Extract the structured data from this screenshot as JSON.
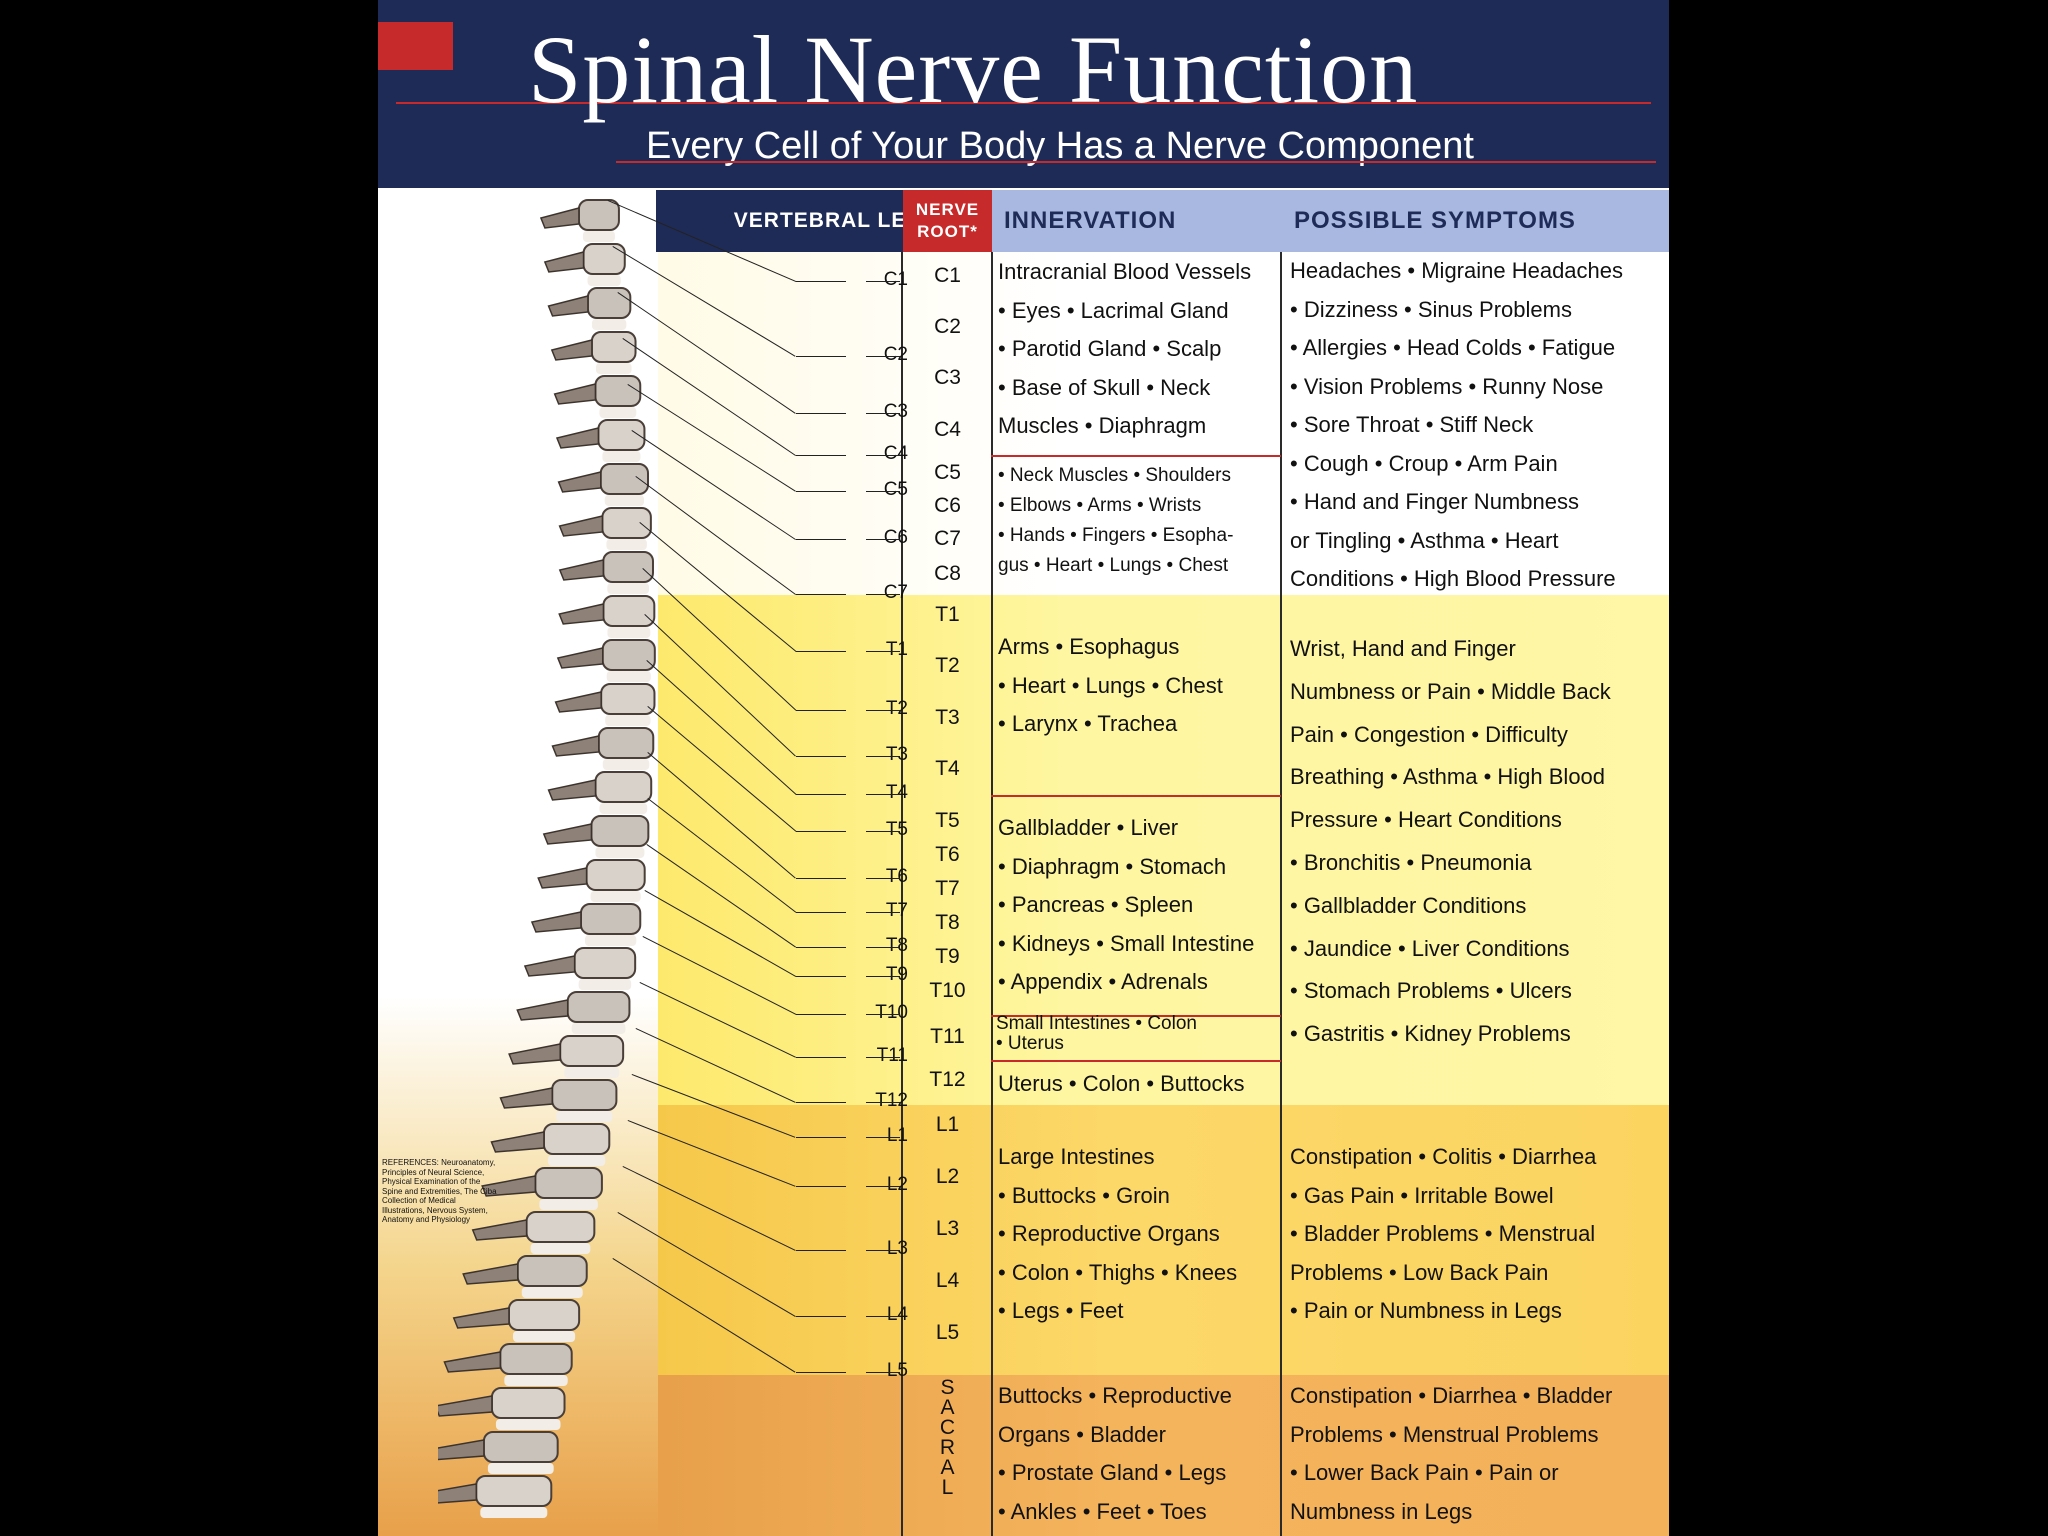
{
  "header": {
    "title": "Spinal Nerve Function",
    "subtitle": "Every Cell of Your Body Has a Nerve Component"
  },
  "columns": {
    "vertebral_level": "VERTEBRAL LEVEL",
    "nerve_root": "NERVE ROOT*",
    "innervation": "INNERVATION",
    "possible_symptoms": "POSSIBLE SYMPTOMS"
  },
  "levels": [
    "C1",
    "C2",
    "C3",
    "C4",
    "C5",
    "C6",
    "C7",
    "T1",
    "T2",
    "T3",
    "T4",
    "T5",
    "T6",
    "T7",
    "T8",
    "T9",
    "T10",
    "T11",
    "T12",
    "L1",
    "L2",
    "L3",
    "L4",
    "L5"
  ],
  "roots": [
    "C1",
    "C2",
    "C3",
    "C4",
    "C5",
    "C6",
    "C7",
    "C8",
    "T1",
    "T2",
    "T3",
    "T4",
    "T5",
    "T6",
    "T7",
    "T8",
    "T9",
    "T10",
    "T11",
    "T12",
    "L1",
    "L2",
    "L3",
    "L4",
    "L5"
  ],
  "sacral_letters": [
    "S",
    "A",
    "C",
    "R",
    "A",
    "L"
  ],
  "innervation": {
    "c_upper": [
      "Intracranial Blood Vessels",
      "• Eyes • Lacrimal Gland",
      "• Parotid Gland • Scalp",
      "• Base of Skull • Neck",
      "Muscles • Diaphragm"
    ],
    "c_lower": [
      "• Neck Muscles • Shoulders",
      "• Elbows • Arms • Wrists",
      "• Hands • Fingers • Esopha-",
      "gus • Heart • Lungs • Chest"
    ],
    "t_upper": [
      "Arms • Esophagus",
      "• Heart • Lungs • Chest",
      "• Larynx • Trachea"
    ],
    "t_middle": [
      "Gallbladder • Liver",
      "• Diaphragm • Stomach",
      "• Pancreas • Spleen",
      "• Kidneys • Small Intestine",
      "• Appendix • Adrenals"
    ],
    "t11": [
      "Small Intestines • Colon",
      "• Uterus"
    ],
    "t12": [
      "Uterus • Colon • Buttocks"
    ],
    "lumbar": [
      "Large Intestines",
      "• Buttocks • Groin",
      "• Reproductive Organs",
      "• Colon • Thighs • Knees",
      "• Legs • Feet"
    ],
    "sacral": [
      "Buttocks • Reproductive",
      "Organs • Bladder",
      "• Prostate Gland • Legs",
      "• Ankles • Feet • Toes"
    ]
  },
  "symptoms": {
    "cervical": [
      "Headaches • Migraine Headaches",
      "• Dizziness • Sinus Problems",
      "• Allergies • Head Colds • Fatigue",
      "• Vision Problems • Runny Nose",
      "• Sore Throat • Stiff Neck",
      "• Cough • Croup • Arm Pain",
      "• Hand and Finger Numbness",
      "or Tingling • Asthma • Heart",
      "Conditions • High Blood Pressure"
    ],
    "thoracic": [
      "Wrist, Hand and Finger",
      "Numbness or Pain • Middle Back",
      "Pain • Congestion • Difficulty",
      "Breathing • Asthma • High Blood",
      "Pressure • Heart Conditions",
      "• Bronchitis • Pneumonia",
      "• Gallbladder Conditions",
      "• Jaundice • Liver Conditions",
      "• Stomach Problems • Ulcers",
      "• Gastritis • Kidney Problems"
    ],
    "lumbar": [
      "Constipation • Colitis • Diarrhea",
      "• Gas Pain • Irritable Bowel",
      "• Bladder Problems • Menstrual",
      "Problems • Low Back Pain",
      "• Pain or Numbness in Legs"
    ],
    "sacral": [
      "Constipation • Diarrhea • Bladder",
      "Problems • Menstrual Problems",
      "• Lower Back Pain • Pain or",
      "Numbness in Legs"
    ]
  },
  "references": "REFERENCES: Neuroanatomy, Principles of Neural Science, Physical Examination of the Spine and Extremities, The Ciba Collection of Medical Illustrations, Nervous System, Anatomy and Physiology"
}
